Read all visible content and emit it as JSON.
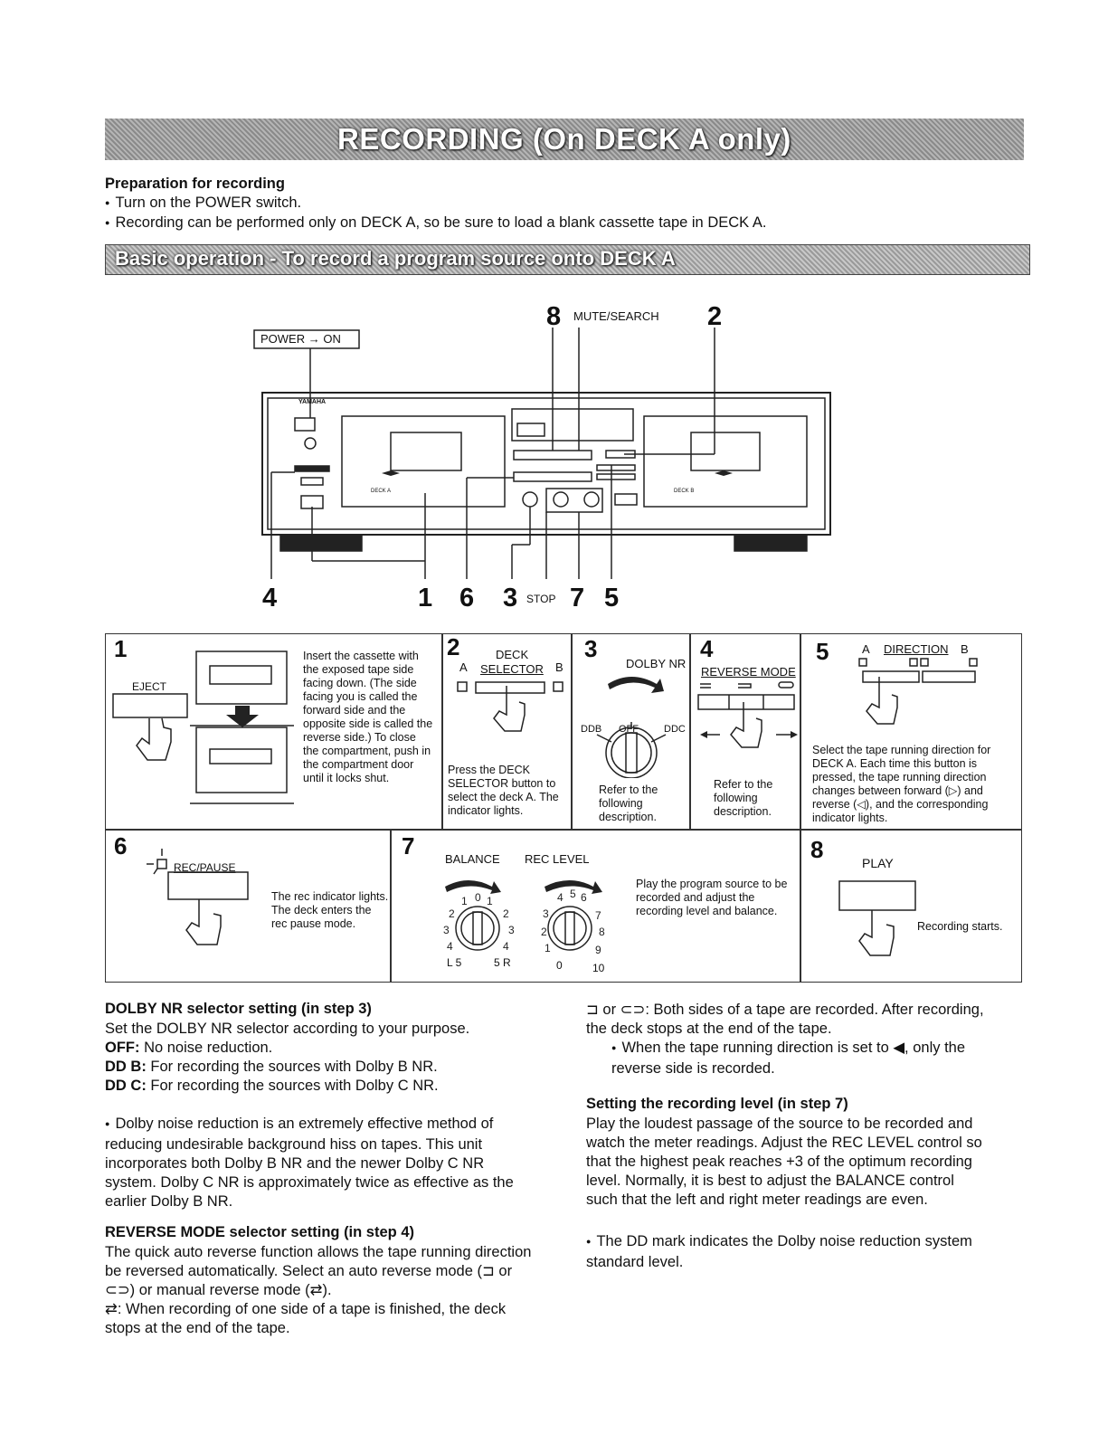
{
  "banner_title": "RECORDING (On DECK A only)",
  "prep": {
    "heading": "Preparation for recording",
    "items": [
      "Turn on the POWER switch.",
      "Recording can be performed only on DECK A, so be sure to load a blank cassette tape in DECK A."
    ]
  },
  "basic_title": "Basic operation - To record a program source onto DECK A",
  "diagram": {
    "power_label": "POWER → ON",
    "top_num_8": "8",
    "top_label_mute": "MUTE/SEARCH",
    "top_num_2": "2",
    "brand": "YAMAHA",
    "deck_a": "DECK A",
    "deck_b": "DECK B",
    "b1": "4",
    "b2": "1",
    "b3": "6",
    "b4": "3",
    "b_stop": "STOP",
    "b5": "7",
    "b6": "5"
  },
  "steps": {
    "s1": {
      "num": "1",
      "eject": "EJECT",
      "text": "Insert the cassette with the exposed tape side facing down. (The side facing you is called the forward side and the opposite side is called the reverse side.) To close the compartment, push in the compartment door until it locks shut."
    },
    "s2": {
      "num": "2",
      "title": "DECK",
      "sub_a": "A",
      "sub_sel": "SELECTOR",
      "sub_b": "B",
      "text": "Press the DECK SELECTOR button to select the deck A. The indicator lights."
    },
    "s3": {
      "num": "3",
      "title": "DOLBY NR",
      "b": "DDB",
      "off": "OFF",
      "c": "DDC",
      "text": "Refer to the following description."
    },
    "s4": {
      "num": "4",
      "title": "REVERSE MODE",
      "text": "Refer to the following description."
    },
    "s5": {
      "num": "5",
      "dir_a": "A",
      "dir_title": "DIRECTION",
      "dir_b": "B",
      "text": "Select the tape running direction for DECK A. Each time this button is pressed, the tape running direction changes between forward (▷) and reverse (◁), and the corresponding indicator lights."
    },
    "s6": {
      "num": "6",
      "label": "REC/PAUSE",
      "text": "The rec indicator lights. The deck enters the rec pause mode."
    },
    "s7": {
      "num": "7",
      "balance": "BALANCE",
      "rec_level": "REC LEVEL",
      "l5": "L 5",
      "r5": "5 R",
      "zero": "0",
      "ten": "10",
      "text": "Play the program source to be recorded and adjust the recording level and balance."
    },
    "s8": {
      "num": "8",
      "label": "PLAY",
      "text": "Recording starts."
    }
  },
  "left_col": {
    "dolby_heading": "DOLBY NR selector setting (in step 3)",
    "dolby_intro": "Set the DOLBY NR selector according to your purpose.",
    "off_key": "OFF:",
    "off_val": " No noise reduction.",
    "b_key": "DD B:",
    "b_val": " For recording the sources with Dolby B NR.",
    "c_key": "DD C:",
    "c_val": " For recording the sources with Dolby C NR.",
    "dolby_note": "Dolby noise reduction is an extremely effective method of reducing undesirable background hiss on tapes. This unit incorporates both Dolby B NR and the newer Dolby C NR system.  Dolby C NR is approximately twice as effective as the earlier Dolby B NR.",
    "rev_heading": "REVERSE MODE selector setting (in step 4)",
    "rev_text": "The quick auto reverse function allows the tape running direction be reversed automatically.  Select an auto reverse mode (⊐ or ⊂⊃) or manual reverse mode (⇄).",
    "rev_item": "⇄: When recording of one side of a tape is finished, the deck stops at the end of the tape."
  },
  "right_col": {
    "both_sides": "⊐ or ⊂⊃: Both sides of a tape are recorded.  After recording, the deck stops at the end of the tape.",
    "both_note": "When the tape running direction is set to ◀, only the reverse side is recorded.",
    "level_heading": "Setting the recording level (in step 7)",
    "level_text": "Play the loudest passage of the source to be recorded and watch the meter readings.  Adjust the REC LEVEL control so that the highest peak reaches +3 of the optimum recording level.  Normally, it is best to adjust the BALANCE control such that the left and right meter readings are even.",
    "level_note": "The DD mark indicates the Dolby noise reduction system standard level."
  }
}
